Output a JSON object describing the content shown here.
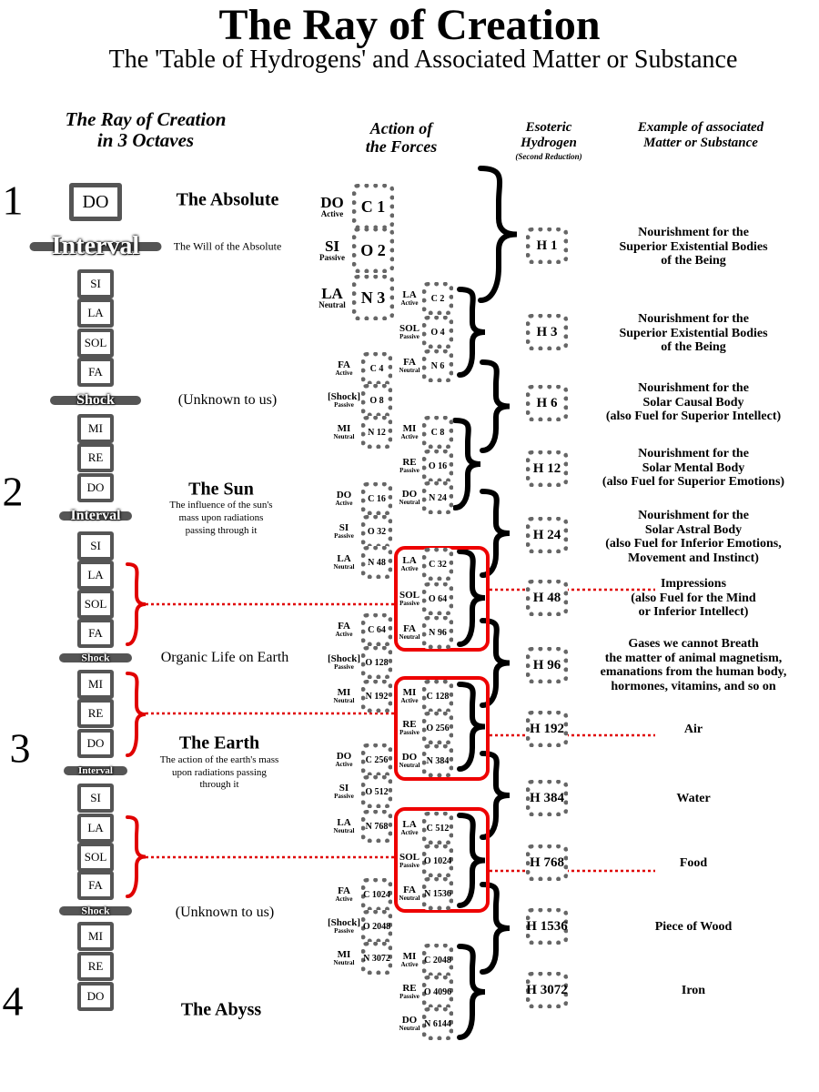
{
  "title": "The Ray of Creation",
  "subtitle": "The 'Table of Hydrogens' and Associated Matter or Substance",
  "headers": {
    "ray": [
      "The Ray of Creation",
      "in 3 Octaves"
    ],
    "forces": [
      "Action of",
      "the Forces"
    ],
    "hydrogen": [
      "Esoteric",
      "Hydrogen",
      "(Second Reduction)"
    ],
    "example": [
      "Example of associated",
      "Matter or Substance"
    ]
  },
  "octave_numbers": [
    "1",
    "2",
    "3",
    "4"
  ],
  "notes": [
    "DO",
    "Interval",
    "SI",
    "LA",
    "SOL",
    "FA",
    "Shock",
    "MI",
    "RE",
    "DO",
    "Interval",
    "SI",
    "LA",
    "SOL",
    "FA",
    "Shock",
    "MI",
    "RE",
    "DO",
    "Interval",
    "SI",
    "LA",
    "SOL",
    "FA",
    "Shock",
    "MI",
    "RE",
    "DO"
  ],
  "levels": [
    {
      "text": "The Absolute"
    },
    {
      "text": "The Will of the Absolute"
    },
    {
      "text": "(Unknown to us)"
    },
    {
      "text": "The Sun"
    },
    {
      "text": "The influence of the sun's"
    },
    {
      "text": "mass upon radiations"
    },
    {
      "text": "passing through it"
    },
    {
      "text": "Organic Life on Earth"
    },
    {
      "text": "The Earth"
    },
    {
      "text": "The action of the earth's mass"
    },
    {
      "text": "upon radiations passing"
    },
    {
      "text": "through it"
    },
    {
      "text": "(Unknown to us)"
    },
    {
      "text": "The Abyss"
    }
  ],
  "forces": [
    {
      "note": "DO",
      "mode": "Active",
      "h": "C 1"
    },
    {
      "note": "SI",
      "mode": "Passive",
      "h": "O 2"
    },
    {
      "note": "LA",
      "mode": "Neutral",
      "h": "N 3"
    },
    {
      "note": "LA",
      "mode": "Active",
      "h": "C 2"
    },
    {
      "note": "SOL",
      "mode": "Passive",
      "h": "O 4"
    },
    {
      "note": "FA",
      "mode": "Neutral",
      "h": "N 6"
    },
    {
      "note": "FA",
      "mode": "Active",
      "h": "C 4"
    },
    {
      "note": "[Shock]",
      "mode": "Passive",
      "h": "O 8"
    },
    {
      "note": "MI",
      "mode": "Neutral",
      "h": "N 12"
    },
    {
      "note": "MI",
      "mode": "Active",
      "h": "C 8"
    },
    {
      "note": "RE",
      "mode": "Passive",
      "h": "O 16"
    },
    {
      "note": "DO",
      "mode": "Neutral",
      "h": "N 24"
    },
    {
      "note": "DO",
      "mode": "Active",
      "h": "C 16"
    },
    {
      "note": "SI",
      "mode": "Passive",
      "h": "O 32"
    },
    {
      "note": "LA",
      "mode": "Neutral",
      "h": "N 48"
    },
    {
      "note": "LA",
      "mode": "Active",
      "h": "C 32"
    },
    {
      "note": "SOL",
      "mode": "Passive",
      "h": "O 64"
    },
    {
      "note": "FA",
      "mode": "Neutral",
      "h": "N 96"
    },
    {
      "note": "FA",
      "mode": "Active",
      "h": "C 64"
    },
    {
      "note": "[Shock]",
      "mode": "Passive",
      "h": "O 128"
    },
    {
      "note": "MI",
      "mode": "Neutral",
      "h": "N 192"
    },
    {
      "note": "MI",
      "mode": "Active",
      "h": "C 128"
    },
    {
      "note": "RE",
      "mode": "Passive",
      "h": "O 256"
    },
    {
      "note": "DO",
      "mode": "Neutral",
      "h": "N 384"
    },
    {
      "note": "DO",
      "mode": "Active",
      "h": "C 256"
    },
    {
      "note": "SI",
      "mode": "Passive",
      "h": "O 512"
    },
    {
      "note": "LA",
      "mode": "Neutral",
      "h": "N 768"
    },
    {
      "note": "LA",
      "mode": "Active",
      "h": "C 512"
    },
    {
      "note": "SOL",
      "mode": "Passive",
      "h": "O 1024"
    },
    {
      "note": "FA",
      "mode": "Neutral",
      "h": "N 1536"
    },
    {
      "note": "FA",
      "mode": "Active",
      "h": "C 1024"
    },
    {
      "note": "[Shock]",
      "mode": "Passive",
      "h": "O 2048"
    },
    {
      "note": "MI",
      "mode": "Neutral",
      "h": "N 3072"
    },
    {
      "note": "MI",
      "mode": "Active",
      "h": "C 2048"
    },
    {
      "note": "RE",
      "mode": "Passive",
      "h": "O 4096"
    },
    {
      "note": "DO",
      "mode": "Neutral",
      "h": "N 6144"
    }
  ],
  "hydrogens": [
    {
      "h": "H 1",
      "example": [
        "Nourishment for the",
        "Superior Existential Bodies",
        "of the Being"
      ]
    },
    {
      "h": "H 3",
      "example": [
        "Nourishment for the",
        "Superior Existential Bodies",
        "of the Being"
      ]
    },
    {
      "h": "H 6",
      "example": [
        "Nourishment for the",
        "Solar Causal Body",
        "(also Fuel for Superior Intellect)"
      ]
    },
    {
      "h": "H 12",
      "example": [
        "Nourishment for the",
        "Solar Mental Body",
        "(also Fuel for Superior Emotions)"
      ]
    },
    {
      "h": "H 24",
      "example": [
        "Nourishment for the",
        "Solar Astral Body",
        "(also Fuel for Inferior Emotions,",
        "Movement and Instinct)"
      ]
    },
    {
      "h": "H 48",
      "example": [
        "Impressions",
        "(also Fuel for the Mind",
        "or Inferior Intellect)"
      ]
    },
    {
      "h": "H 96",
      "example": [
        "Gases we cannot Breath",
        "the matter of animal magnetism,",
        "emanations from the human body,",
        "hormones, vitamins, and so on"
      ]
    },
    {
      "h": "H 192",
      "example": [
        "Air"
      ]
    },
    {
      "h": "H 384",
      "example": [
        "Water"
      ]
    },
    {
      "h": "H 768",
      "example": [
        "Food"
      ]
    },
    {
      "h": "H 1536",
      "example": [
        "Piece of Wood"
      ]
    },
    {
      "h": "H 3072",
      "example": [
        "Iron"
      ]
    }
  ],
  "colors": {
    "highlight": "#e00000",
    "note_border": "#555555",
    "cell_border": "#666666"
  }
}
